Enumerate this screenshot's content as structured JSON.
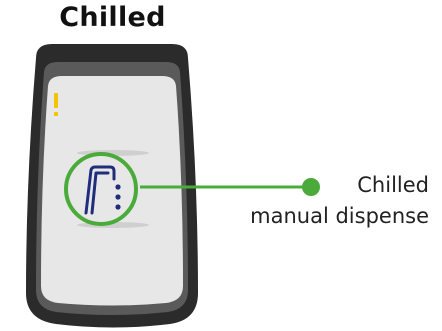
{
  "title": "Chilled",
  "callout": {
    "line1": "Chilled",
    "line2": "manual dispense"
  },
  "icons": {
    "indicator": "warning-exclamation-icon",
    "button": "manual-dispense-tap-icon"
  },
  "colors": {
    "housing_outer": "#2b2b2b",
    "housing_bezel": "#5a5a5a",
    "panel": "#e7e7e7",
    "highlight": "#4aab3a",
    "tap_icon": "#1f2d7a",
    "warning": "#f2c500"
  }
}
